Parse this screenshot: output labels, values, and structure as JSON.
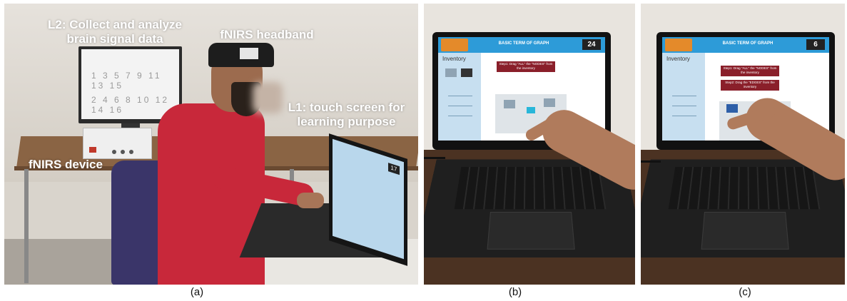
{
  "panel_a": {
    "caption": "(a)",
    "labels": {
      "l2_line1": "L2: Collect and analyze",
      "l2_line2": "brain signal data",
      "headband": "fNIRS  headband",
      "l1_line1": "L1: touch screen for",
      "l1_line2": "learning purpose",
      "device": "fNIRS device"
    },
    "monitor_rows": [
      "1  3  5  7  9 11 13 15",
      "2  4  6  8 10 12 14 16"
    ],
    "laptop_timer": "17"
  },
  "panel_b": {
    "caption": "(b)",
    "game_title": "BASIC TERM OF GRAPH",
    "timer": "24",
    "inventory_label": "Inventory",
    "step1": "Step1: Drag \"ALL\" the \"NODES\" from the inventory"
  },
  "panel_c": {
    "caption": "(c)",
    "game_title": "BASIC TERM OF GRAPH",
    "timer": "6",
    "inventory_label": "Inventory",
    "step1": "Step1: Drag \"ALL\" the \"NODES\" from the inventory",
    "step2": "Step2: Drag the \"EDGES\" from the inventory"
  },
  "colors": {
    "shirt": "#c8283a",
    "chair": "#3a3569",
    "game_header": "#2d9bd8",
    "step_box": "#8a1f2a",
    "node": "#28b6d9"
  }
}
